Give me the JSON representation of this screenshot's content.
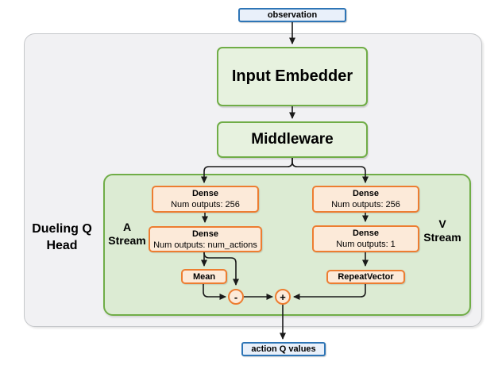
{
  "diagram": {
    "nodes": {
      "observation": "observation",
      "input_embedder": "Input Embedder",
      "middleware": "Middleware",
      "dense_a1": {
        "title": "Dense",
        "subtitle": "Num outputs: 256"
      },
      "dense_a2": {
        "title": "Dense",
        "subtitle": "Num outputs: num_actions"
      },
      "mean": "Mean",
      "dense_v1": {
        "title": "Dense",
        "subtitle": "Num outputs: 256"
      },
      "dense_v2": {
        "title": "Dense",
        "subtitle": "Num outputs: 1"
      },
      "repeat_vector": "RepeatVector",
      "minus_operator": "-",
      "plus_operator": "+",
      "action_q_values": "action Q values"
    },
    "labels": {
      "dueling_head": {
        "line1": "Dueling Q",
        "line2": "Head"
      },
      "a_stream": {
        "line1": "A",
        "line2": "Stream"
      },
      "v_stream": {
        "line1": "V",
        "line2": "Stream"
      }
    },
    "colors": {
      "io_fill": "#e9f0fa",
      "io_border": "#2e75b6",
      "block_fill": "#e7f2df",
      "block_border": "#70ad47",
      "head_container_fill": "#dcebd3",
      "layer_fill": "#fcead9",
      "layer_border": "#ed7d31",
      "outer_fill": "#f1f1f3",
      "outer_border": "#c5c7ca",
      "edge": "#1a1a1a"
    }
  }
}
